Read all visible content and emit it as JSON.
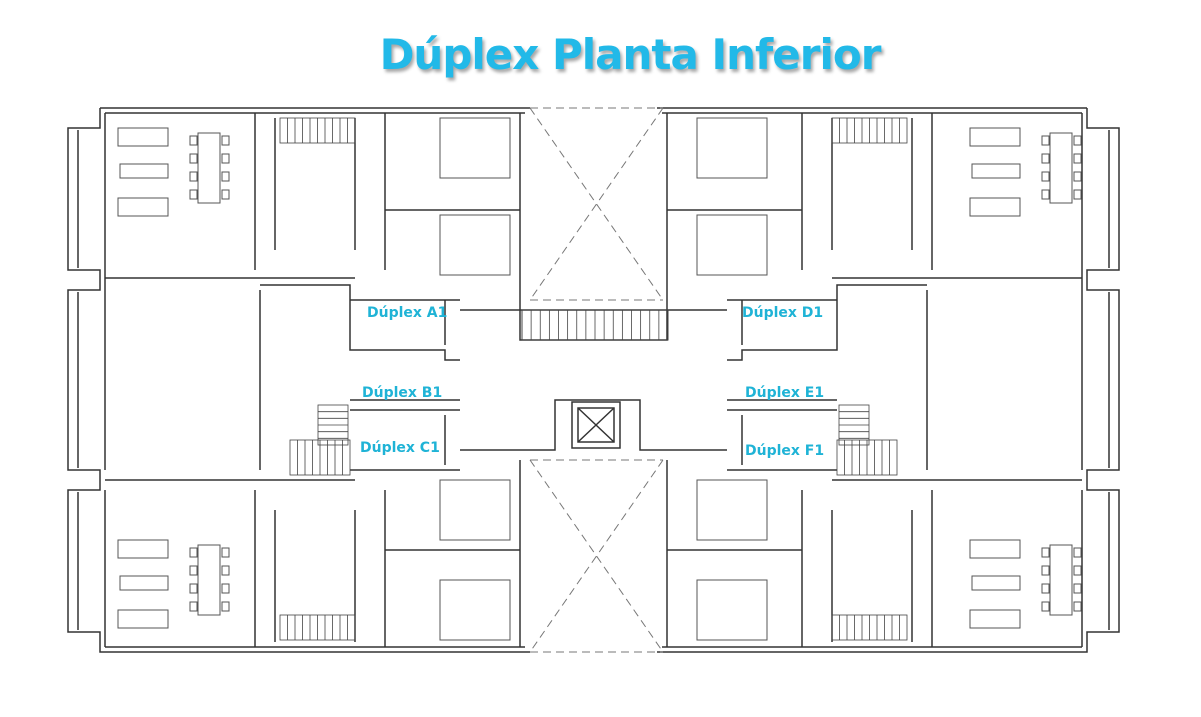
{
  "title": "Dúplex Planta Inferior",
  "colors": {
    "title": "#22b9e8",
    "label": "#1fb3d6",
    "wall": "#333333",
    "furniture": "#555555",
    "dashed": "#777777"
  },
  "labels": {
    "a1": "Dúplex A1",
    "b1": "Dúplex B1",
    "c1": "Dúplex C1",
    "d1": "Dúplex D1",
    "e1": "Dúplex E1",
    "f1": "Dúplex F1"
  },
  "icons": [
    "elevator-icon",
    "stair-icon",
    "sofa-icon",
    "dining-table-icon",
    "bed-icon"
  ]
}
